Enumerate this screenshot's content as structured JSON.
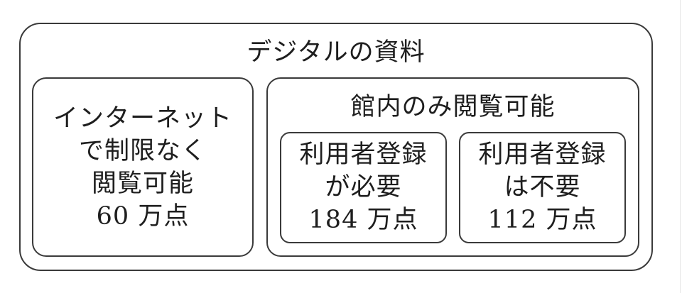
{
  "diagram": {
    "title": "デジタルの資料",
    "left": {
      "lines": [
        "インターネット",
        "で制限なく",
        "閲覧可能",
        "60 万点"
      ]
    },
    "right": {
      "title": "館内のみ閲覧可能",
      "boxes": [
        {
          "lines": [
            "利用者登録",
            "が必要",
            "184 万点"
          ]
        },
        {
          "lines": [
            "利用者登録",
            "は不要",
            "112 万点"
          ]
        }
      ]
    }
  },
  "colors": {
    "border": "#3a3a3a",
    "text": "#1e1e1e",
    "background": "#ffffff"
  }
}
